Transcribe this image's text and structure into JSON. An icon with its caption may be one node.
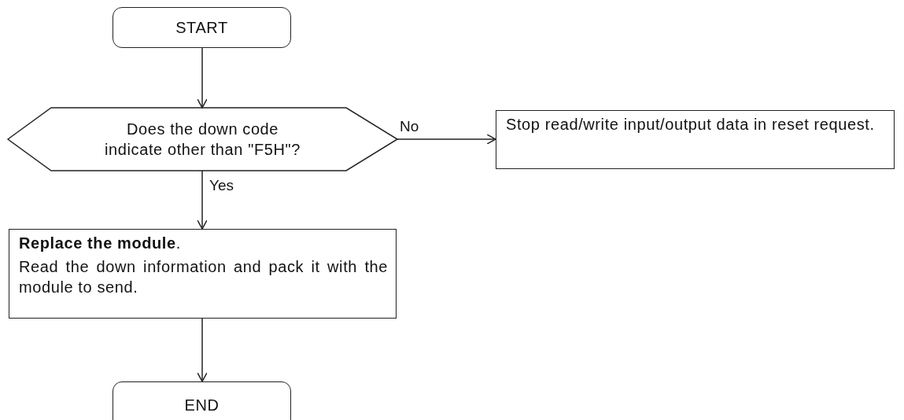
{
  "diagram": {
    "nodes": [
      {
        "text": [
          "START"
        ]
      },
      {
        "text": [
          "Does the down code indicate other than \"F5H\"?"
        ]
      },
      {
        "text": [
          "Stop read/write input/output data in reset request."
        ]
      },
      {
        "text": [
          "**Replace the module**.",
          "Read the down information and pack it with the module to send."
        ]
      },
      {
        "text": [
          "END"
        ]
      }
    ],
    "edges": [
      {
        "from": 0,
        "to": 1,
        "arrow": "to"
      },
      {
        "from": 1,
        "to": 2,
        "arrow": "to",
        "label": "No"
      },
      {
        "from": 1,
        "to": 3,
        "arrow": "to",
        "label": "Yes"
      },
      {
        "from": 3,
        "to": 4,
        "arrow": "to"
      }
    ]
  }
}
